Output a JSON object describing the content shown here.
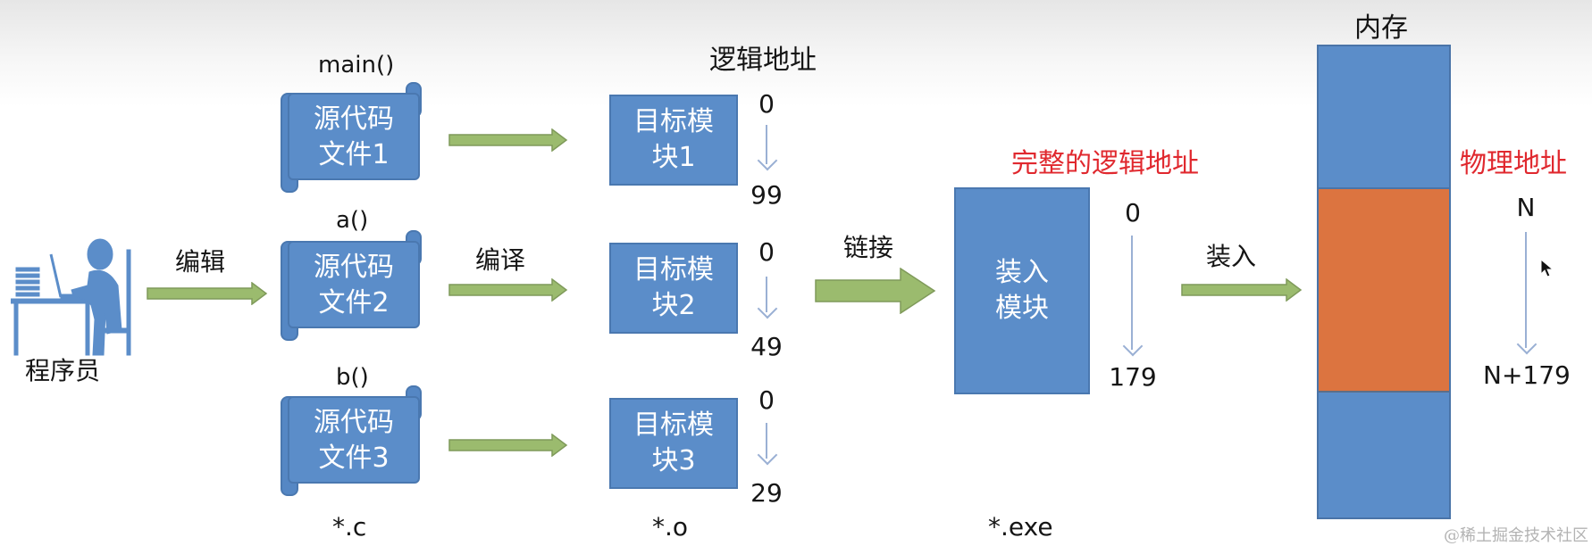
{
  "programmer": {
    "label": "程序员",
    "icon": "programmer-at-desk-icon"
  },
  "steps": {
    "edit": "编辑",
    "compile": "编译",
    "link": "链接",
    "load": "装入"
  },
  "source_files": [
    {
      "func": "main()",
      "line1": "源代码",
      "line2": "文件1"
    },
    {
      "func": "a()",
      "line1": "源代码",
      "line2": "文件2"
    },
    {
      "func": "b()",
      "line1": "源代码",
      "line2": "文件3"
    }
  ],
  "object_modules": [
    {
      "line1": "目标模",
      "line2": "块1",
      "start": "0",
      "end": "99"
    },
    {
      "line1": "目标模",
      "line2": "块2",
      "start": "0",
      "end": "49"
    },
    {
      "line1": "目标模",
      "line2": "块3",
      "start": "0",
      "end": "29"
    }
  ],
  "headers": {
    "logical_address": "逻辑地址",
    "complete_logical_address": "完整的逻辑地址",
    "memory": "内存",
    "physical_address": "物理地址"
  },
  "load_module": {
    "line1": "装入",
    "line2": "模块",
    "start": "0",
    "end": "179"
  },
  "physical": {
    "start": "N",
    "end": "N+179"
  },
  "extensions": {
    "source": "*.c",
    "object": "*.o",
    "exe": "*.exe"
  },
  "colors": {
    "block_blue": "#5b8dc9",
    "memory_orange": "#dc7440",
    "arrow_green": "#9bbb6e",
    "accent_red": "#e0282e"
  },
  "watermark": "@稀土掘金技术社区"
}
